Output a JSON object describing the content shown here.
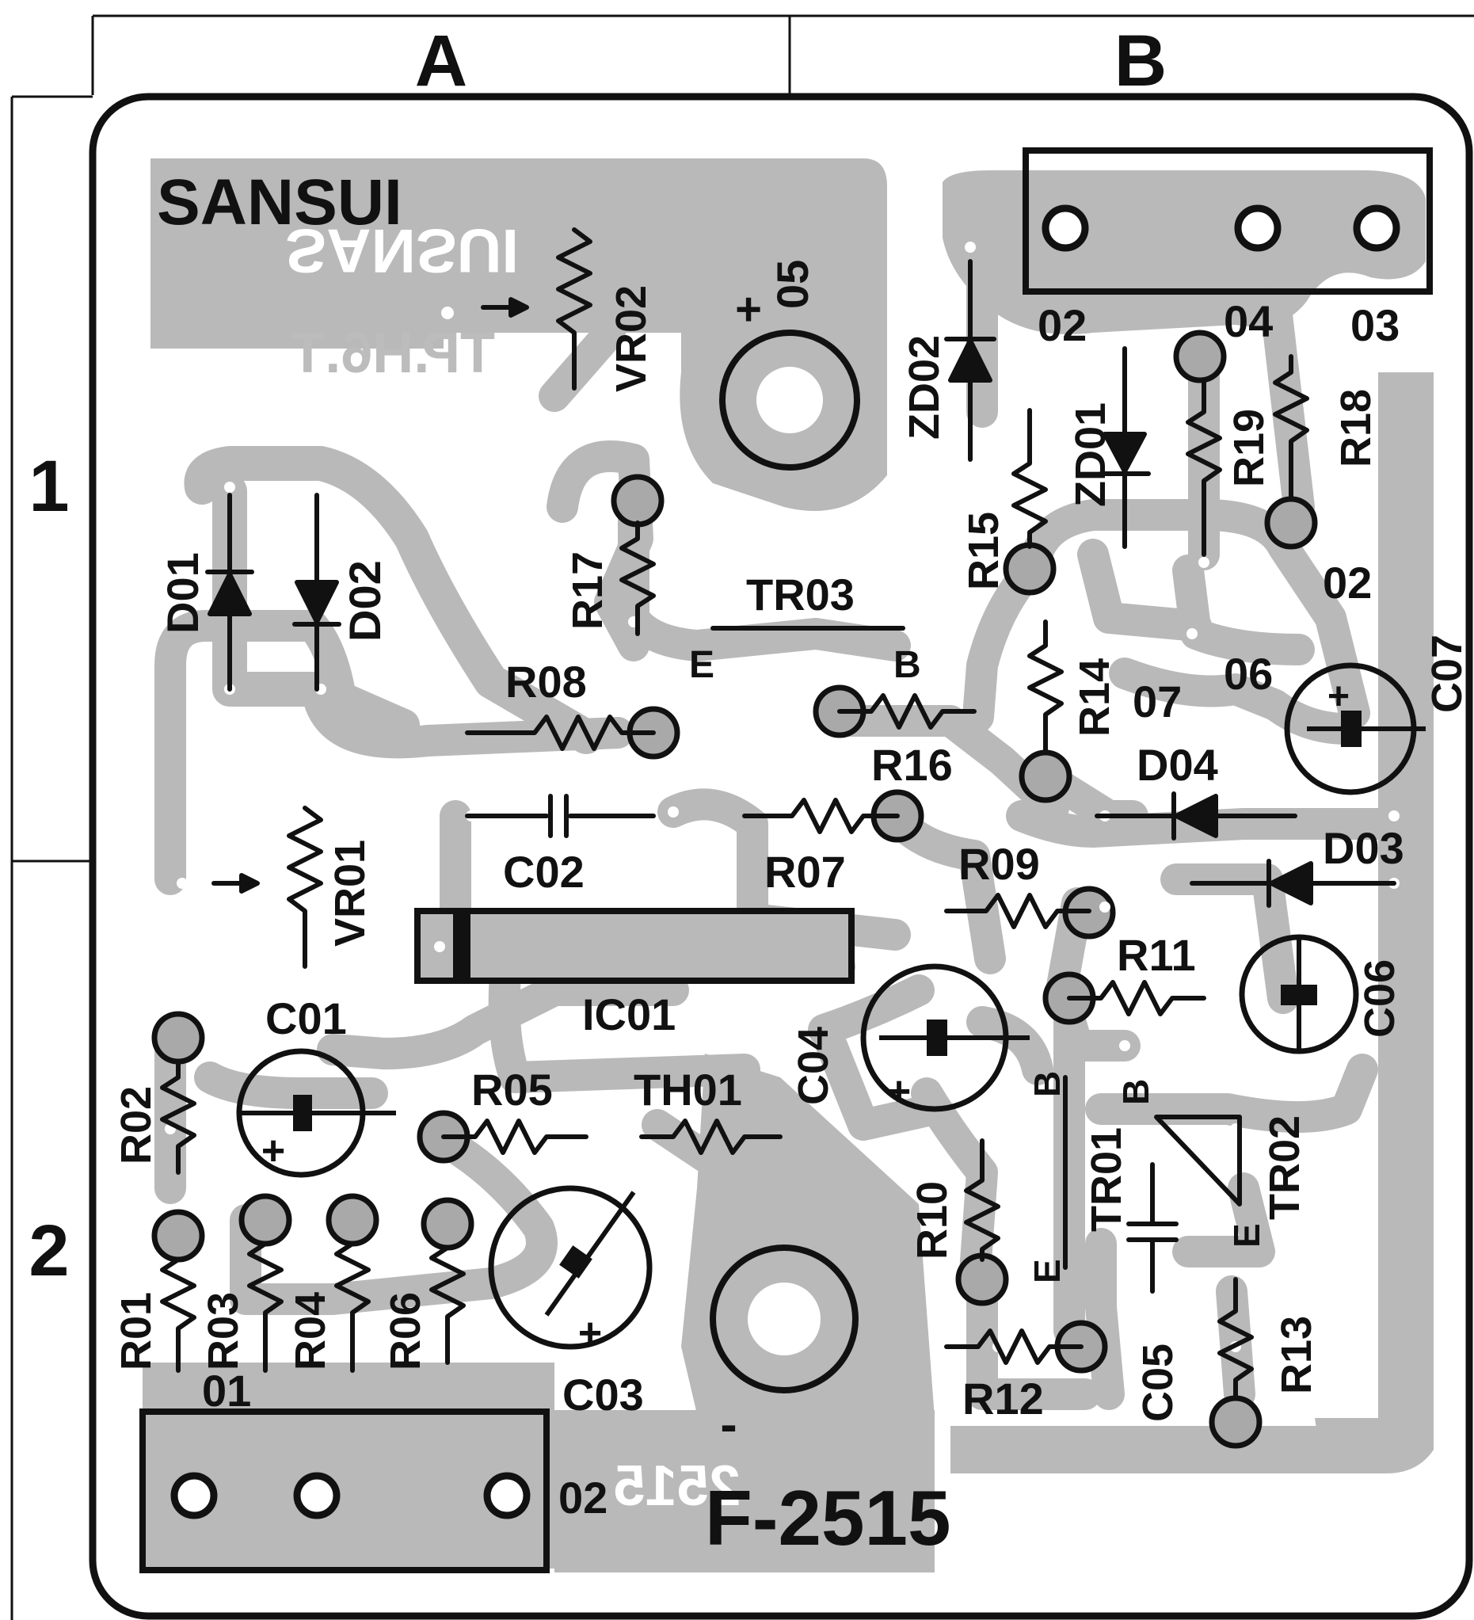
{
  "grid": {
    "columns": [
      "A",
      "B"
    ],
    "rows": [
      "1",
      "2"
    ]
  },
  "board": {
    "brand": "SANSUI",
    "brand_mirrored": "SANSUI",
    "model_mirrored": "TP.H6.T",
    "part_number": "F-2515",
    "part_number_mirrored": "2515"
  },
  "terminals": {
    "top_right": [
      "02",
      "04",
      "03"
    ],
    "bottom_left": [
      "01",
      "02"
    ],
    "misc": [
      "05",
      "02",
      "06",
      "07"
    ],
    "plus_sign": "+",
    "minus_sign": "-"
  },
  "components": {
    "diodes": [
      "D01",
      "D02",
      "D03",
      "D04",
      "ZD01",
      "ZD02"
    ],
    "resistors": [
      "R01",
      "R02",
      "R03",
      "R04",
      "R05",
      "R06",
      "R07",
      "R08",
      "R09",
      "R10",
      "R11",
      "R12",
      "R13",
      "R14",
      "R15",
      "R16",
      "R17",
      "R18",
      "R19"
    ],
    "capacitors": [
      "C01",
      "C02",
      "C03",
      "C04",
      "C05",
      "C06",
      "C07"
    ],
    "variable_resistors": [
      "VR01",
      "VR02"
    ],
    "transistors": [
      "TR01",
      "TR02",
      "TR03"
    ],
    "ic": "IC01",
    "thermistor": "TH01",
    "pin_letters": {
      "emitter": "E",
      "base": "B"
    }
  },
  "colors": {
    "copper": "#b9b9b9",
    "ink": "#111111",
    "board": "#ffffff"
  }
}
